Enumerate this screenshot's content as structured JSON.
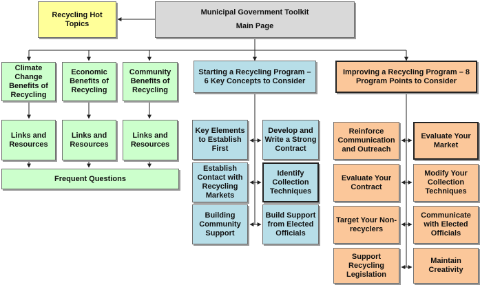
{
  "main_page": {
    "line1": "Municipal Government Toolkit",
    "line2": "Main Page"
  },
  "hot_topics": "Recycling Hot Topics",
  "benefits": [
    "Climate Change Benefits of Recycling",
    "Economic Benefits of Recycling",
    "Community Benefits of Recycling"
  ],
  "links": [
    "Links and Resources",
    "Links and Resources",
    "Links and Resources"
  ],
  "faq": "Frequent Questions",
  "starting": {
    "title": "Starting a Recycling Program – 6 Key Concepts to Consider",
    "concepts": [
      "Key Elements to Establish First",
      "Develop and Write a Strong Contract",
      "Establish Contact with Recycling Markets",
      "Identify Collection Techniques",
      "Building Community Support",
      "Build Support from Elected Officials"
    ]
  },
  "improving": {
    "title": "Improving a Recycling Program – 8 Program Points to Consider",
    "points": [
      "Reinforce Communication and Outreach",
      "Evaluate Your Market",
      "Evaluate Your Contract",
      "Modify Your Collection Techniques",
      "Target Your Non-recyclers",
      "Communicate with Elected Officials",
      "Support Recycling Legislation",
      "Maintain Creativity"
    ]
  },
  "colors": {
    "hot_topics": "#ffff99",
    "main_page": "#d9d9d9",
    "community_benefits": "#ccffcc",
    "starting_program": "#b7dee8",
    "improving_program": "#fbc79a"
  }
}
